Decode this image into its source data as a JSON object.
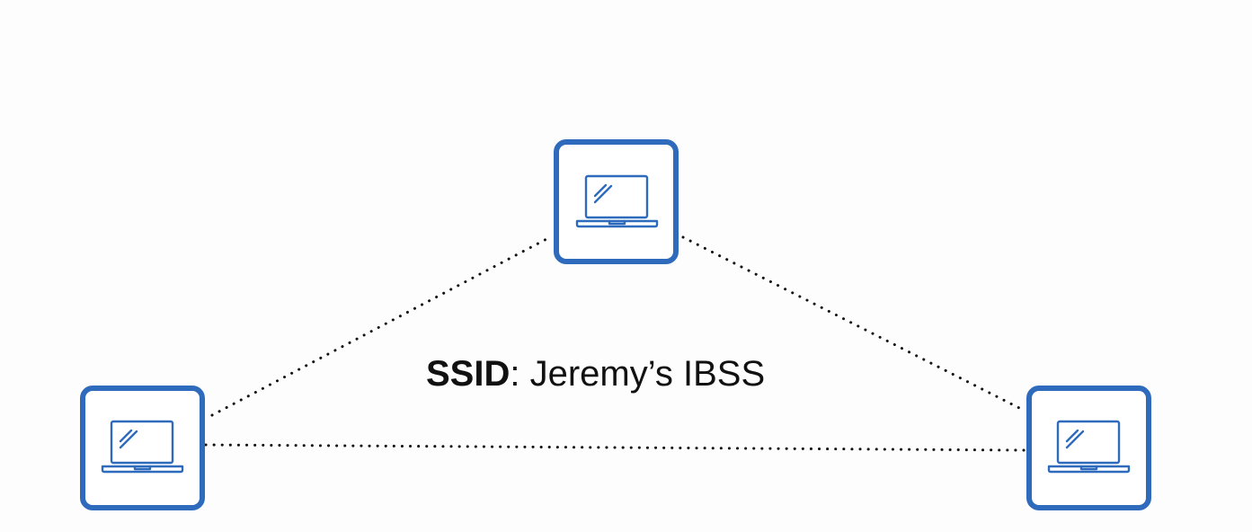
{
  "diagram": {
    "caption": {
      "key": "SSID",
      "separator": ": ",
      "value": "Jeremy’s IBSS"
    },
    "nodes": [
      {
        "id": "top",
        "icon": "laptop-icon"
      },
      {
        "id": "left",
        "icon": "laptop-icon"
      },
      {
        "id": "right",
        "icon": "laptop-icon"
      }
    ],
    "links": [
      {
        "from": "left",
        "to": "top",
        "style": "dotted"
      },
      {
        "from": "top",
        "to": "right",
        "style": "dotted"
      },
      {
        "from": "left",
        "to": "right",
        "style": "dotted"
      }
    ],
    "colors": {
      "node_stroke": "#2f6bbd",
      "link": "#111111",
      "background": "#fdfdfd"
    }
  }
}
